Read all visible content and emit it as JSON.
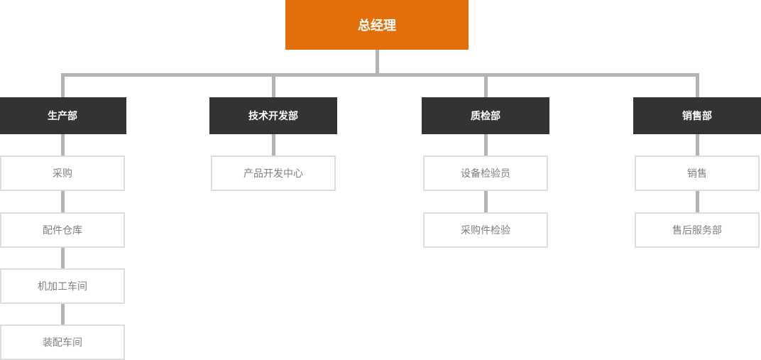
{
  "org": {
    "root": {
      "label": "总经理"
    },
    "departments": [
      {
        "label": "生产部",
        "children": [
          "采购",
          "配件仓库",
          "机加工车间",
          "装配车间"
        ]
      },
      {
        "label": "技术开发部",
        "children": [
          "产品开发中心"
        ]
      },
      {
        "label": "质检部",
        "children": [
          "设备检验员",
          "采购件检验"
        ]
      },
      {
        "label": "销售部",
        "children": [
          "销售",
          "售后服务部"
        ]
      }
    ],
    "colors": {
      "root_bg": "#e26f0a",
      "department_bg": "#333333",
      "child_bg": "#ffffff",
      "child_border": "#dddddd",
      "child_text": "#7f7f7f",
      "dept_text": "#ffffff",
      "connector": "#b3b3b3"
    }
  }
}
